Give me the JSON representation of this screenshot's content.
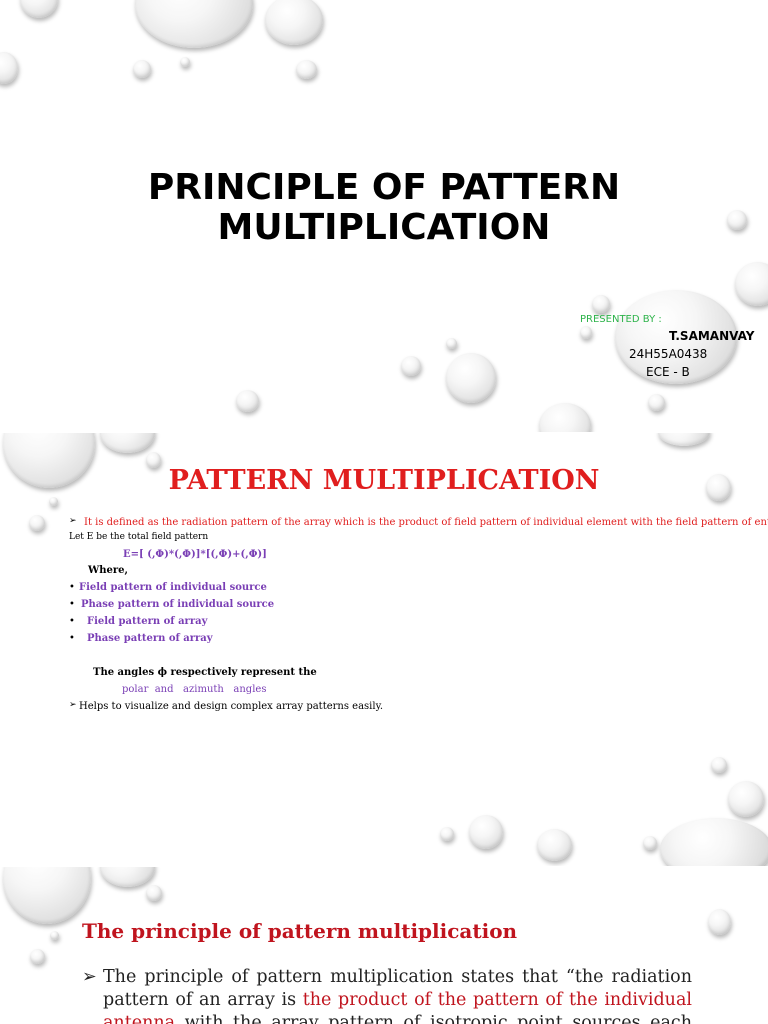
{
  "slide1": {
    "title_line1": "PRINCIPLE OF PATTERN",
    "title_line2": "MULTIPLICATION",
    "presented_by": "PRESENTED BY :",
    "name": "T.SAMANVAY",
    "roll": "24H55A0438",
    "section": "ECE - B"
  },
  "slide2": {
    "title": "PATTERN MULTIPLICATION",
    "arrow": "➢",
    "definition": "It is defined as the radiation pattern of the array which is the product of field pattern of individual element with the field pattern of entire array",
    "let_e": "Let E be the total field pattern",
    "equation": "E=[ (,Φ)*(,Φ)]*[(,Φ)+(,Φ)]",
    "where": "Where,",
    "bullet": "•",
    "bullets": [
      "Field pattern of individual source",
      "Phase pattern of individual source",
      "Field pattern of array",
      "Phase pattern of array"
    ],
    "angles": "The angles ϕ respectively represent the",
    "angle_names": "polar  and   azimuth   angles",
    "helps": "Helps to visualize and design complex array patterns easily."
  },
  "slide3": {
    "title": "The principle of pattern multiplication",
    "bullet": "➢",
    "text_start": "The principle of pattern multiplication states that “the radiation pattern of an array is ",
    "text_highlight": "the product of the pattern of the individual antenna",
    "text_end": " with the array pattern of isotropic point sources each located at the phase centre of the"
  }
}
